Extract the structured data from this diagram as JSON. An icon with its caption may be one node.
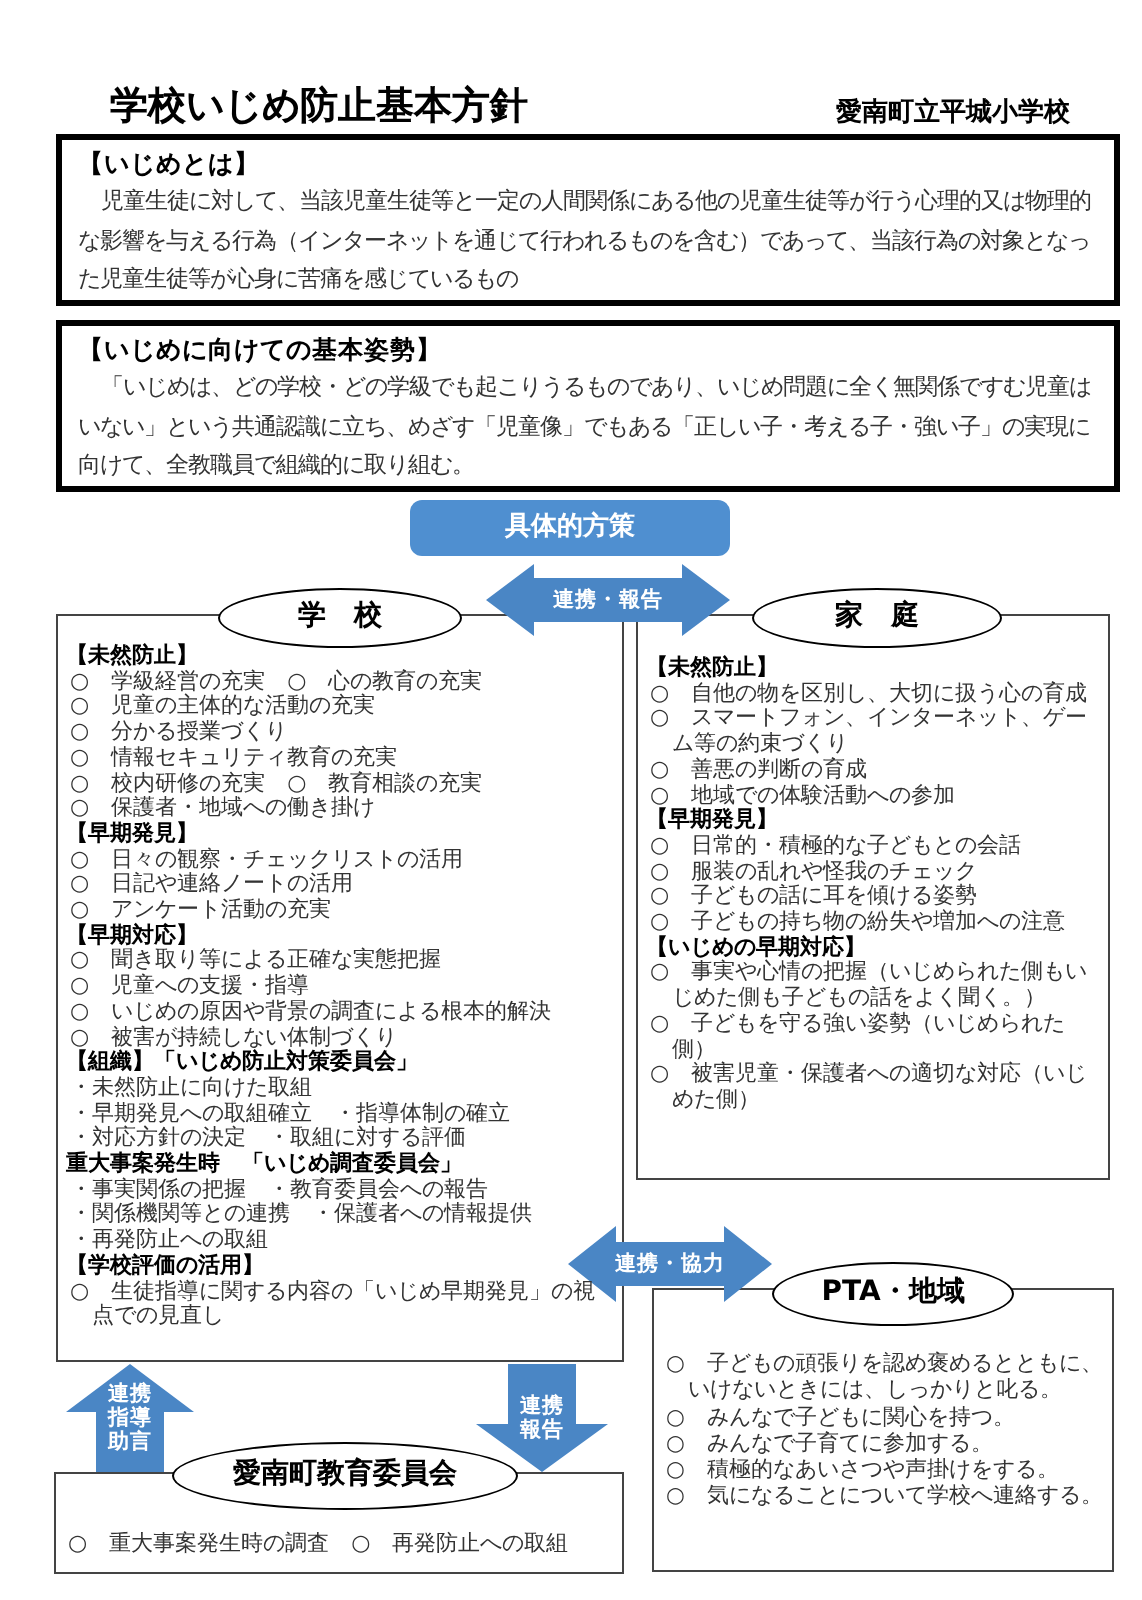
{
  "diagram": {
    "title": "学校いじめ防止基本方針",
    "nodes": [
      {
        "text": [
          "【いじめとは】",
          "児童生徒に対して、当該児童生徒等と一定の人間関係にある他の児童生徒等が行う心理的又は物理的な影響を与える行為（インターネットを通じて行われるものを含む）であって、当該行為の対象となった児童生徒等が心身に苦痛を感じているもの"
        ]
      },
      {
        "text": [
          "【いじめに向けての基本姿勢】",
          "「いじめは、どの学校・どの学級でも起こりうるものであり、いじめ問題に全く無関係ですむ児童はいない」という共通認識に立ち、めざす「児童像」でもある「正しい子・考える子・強い子」の実現に向けて、全教職員で組織的に取り組む。"
        ]
      },
      {
        "text": [
          "具体的方策"
        ]
      },
      {
        "text": [
          "学　校",
          "【未然防止】",
          "○　学級経営の充実　○　心の教育の充実",
          "○　児童の主体的な活動の充実",
          "○　分かる授業づくり",
          "○　情報セキュリティ教育の充実",
          "○　校内研修の充実　○　教育相談の充実",
          "○　保護者・地域への働き掛け",
          "【早期発見】",
          "○　日々の観察・チェックリストの活用",
          "○　日記や連絡ノートの活用",
          "○　アンケート活動の充実",
          "【早期対応】",
          "○　聞き取り等による正確な実態把握",
          "○　児童への支援・指導",
          "○　いじめの原因や背景の調査による根本的解決",
          "○　被害が持続しない体制づくり",
          "【組織】「いじめ防止対策委員会」",
          "・未然防止に向けた取組",
          "・早期発見への取組確立　・指導体制の確立",
          "・対応方針の決定　・取組に対する評価",
          "重大事案発生時　「いじめ調査委員会」",
          "・事実関係の把握　・教育委員会への報告",
          "・関係機関等との連携　・保護者への情報提供",
          "・再発防止への取組",
          "【学校評価の活用】",
          "○　生徒指導に関する内容の「いじめ早期発見」の視点での見直し"
        ]
      },
      {
        "text": [
          "家　庭",
          "【未然防止】",
          "○　自他の物を区別し、大切に扱う心の育成",
          "○　スマートフォン、インターネット、ゲーム等の約束づくり",
          "○　善悪の判断の育成",
          "○　地域での体験活動への参加",
          "【早期発見】",
          "○　日常的・積極的な子どもとの会話",
          "○　服装の乱れや怪我のチェック",
          "○　子どもの話に耳を傾ける姿勢",
          "○　子どもの持ち物の紛失や増加への注意",
          "【いじめの早期対応】",
          "○　事実や心情の把握（いじめられた側もいじめた側も子どもの話をよく聞く。）",
          "○　子どもを守る強い姿勢（いじめられた側）",
          "○　被害児童・保護者への適切な対応（いじめた側）"
        ]
      },
      {
        "text": [
          "PTA・地域",
          "○　子どもの頑張りを認め褒めるとともに、いけないときには、しっかりと叱る。",
          "○　みんなで子どもに関心を持つ。",
          "○　みんなで子育てに参加する。",
          "○　積極的なあいさつや声掛けをする。",
          "○　気になることについて学校へ連絡する。"
        ]
      },
      {
        "text": [
          "愛南町教育委員会",
          "○　重大事案発生時の調査　○　再発防止への取組"
        ]
      }
    ],
    "edges": [
      {
        "from": 3,
        "to": 4,
        "arrow": "both",
        "label": "連携・報告"
      },
      {
        "from": 3,
        "to": 5,
        "arrow": "both",
        "label": "連携・協力"
      },
      {
        "from": 6,
        "to": 3,
        "arrow": "to",
        "label": "連携指導助言"
      },
      {
        "from": 3,
        "to": 6,
        "arrow": "to",
        "label": "連携報告"
      }
    ],
    "labels": [
      "愛南町立平城小学校"
    ]
  }
}
